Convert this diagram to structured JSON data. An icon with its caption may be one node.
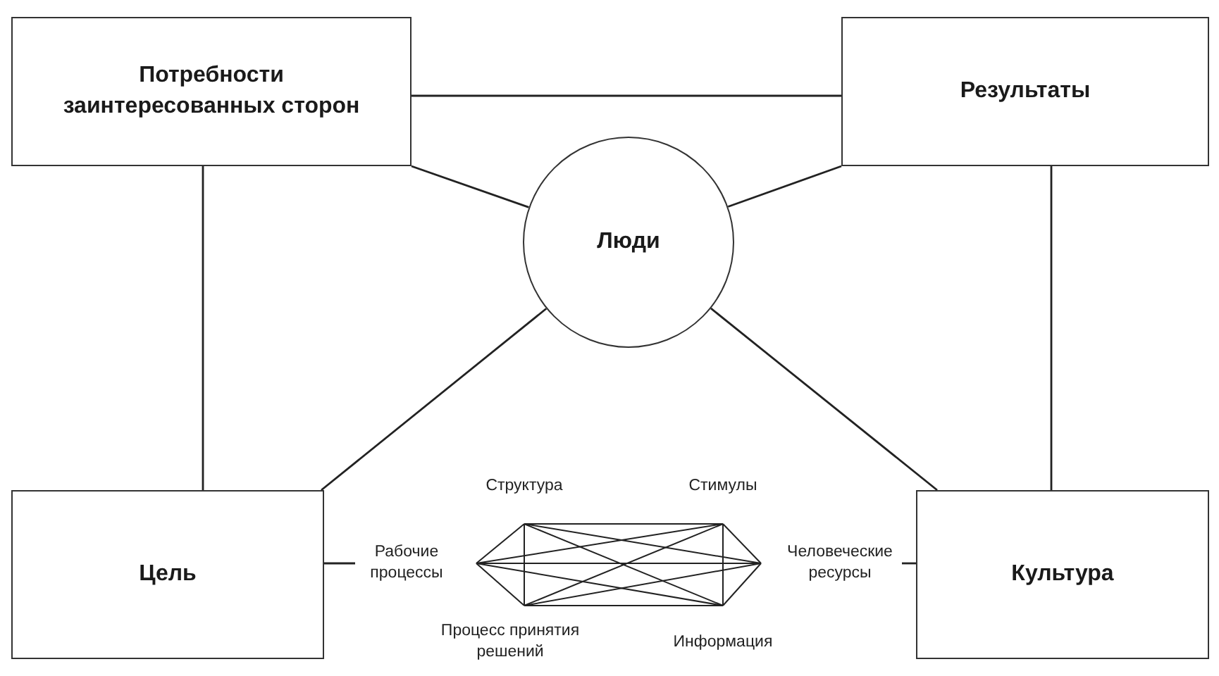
{
  "diagram": {
    "nodes": [
      {
        "text": [
          "Потребности заинтересованных сторон"
        ]
      },
      {
        "text": [
          "Результаты"
        ]
      },
      {
        "text": [
          "Люди"
        ]
      },
      {
        "text": [
          "Цель"
        ]
      },
      {
        "text": [
          "Культура"
        ]
      },
      {
        "text": [
          "Структура"
        ]
      },
      {
        "text": [
          "Стимулы"
        ]
      },
      {
        "text": [
          "Рабочие процессы"
        ]
      },
      {
        "text": [
          "Человеческие ресурсы"
        ]
      },
      {
        "text": [
          "Процесс принятия решений"
        ]
      },
      {
        "text": [
          "Информация"
        ]
      }
    ],
    "edges": [
      {
        "from": 0,
        "to": 1,
        "arrow": "none"
      },
      {
        "from": 0,
        "to": 3,
        "arrow": "none"
      },
      {
        "from": 1,
        "to": 4,
        "arrow": "none"
      },
      {
        "from": 0,
        "to": 2,
        "arrow": "none"
      },
      {
        "from": 1,
        "to": 2,
        "arrow": "none"
      },
      {
        "from": 2,
        "to": 3,
        "arrow": "none"
      },
      {
        "from": 2,
        "to": 4,
        "arrow": "none"
      },
      {
        "from": 3,
        "to": 7,
        "arrow": "none"
      },
      {
        "from": 8,
        "to": 4,
        "arrow": "none"
      },
      {
        "from": 5,
        "to": 6,
        "arrow": "none"
      },
      {
        "from": 5,
        "to": 7,
        "arrow": "none"
      },
      {
        "from": 5,
        "to": 8,
        "arrow": "none"
      },
      {
        "from": 5,
        "to": 9,
        "arrow": "none"
      },
      {
        "from": 5,
        "to": 10,
        "arrow": "none"
      },
      {
        "from": 6,
        "to": 7,
        "arrow": "none"
      },
      {
        "from": 6,
        "to": 8,
        "arrow": "none"
      },
      {
        "from": 6,
        "to": 9,
        "arrow": "none"
      },
      {
        "from": 6,
        "to": 10,
        "arrow": "none"
      },
      {
        "from": 7,
        "to": 8,
        "arrow": "none"
      },
      {
        "from": 7,
        "to": 9,
        "arrow": "none"
      },
      {
        "from": 7,
        "to": 10,
        "arrow": "none"
      },
      {
        "from": 8,
        "to": 9,
        "arrow": "none"
      },
      {
        "from": 8,
        "to": 10,
        "arrow": "none"
      },
      {
        "from": 9,
        "to": 10,
        "arrow": "none"
      }
    ]
  }
}
